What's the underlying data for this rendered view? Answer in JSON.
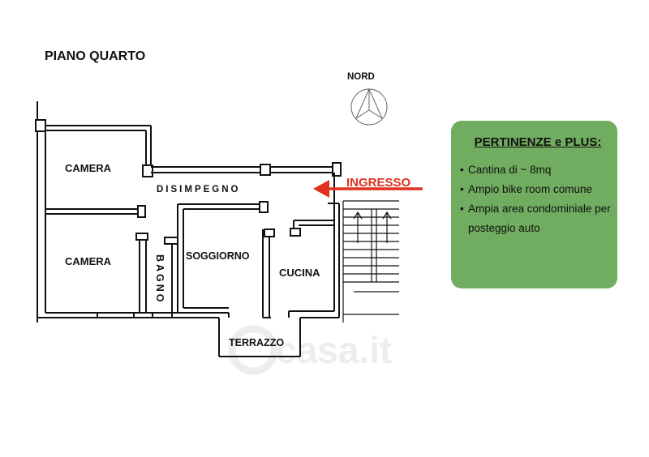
{
  "floor_title": "PIANO QUARTO",
  "north_label": "NORD",
  "entrance_label": "INGRESSO",
  "rooms": {
    "camera_top": "CAMERA",
    "camera_bottom": "CAMERA",
    "disimpegno": "DISIMPEGNO",
    "bagno": "BAGNO",
    "soggiorno": "SOGGIORNO",
    "cucina": "CUCINA",
    "terrazzo": "TERRAZZO"
  },
  "watermark": "casa.it",
  "panel": {
    "title": "PERTINENZE e PLUS:",
    "items": [
      "Cantina di ~ 8mq",
      "Ampio bike room comune",
      "Ampia area condominiale per posteggio auto"
    ]
  },
  "colors": {
    "panel_bg": "#70ad60",
    "arrow": "#e0301e",
    "walls": "#111111"
  }
}
